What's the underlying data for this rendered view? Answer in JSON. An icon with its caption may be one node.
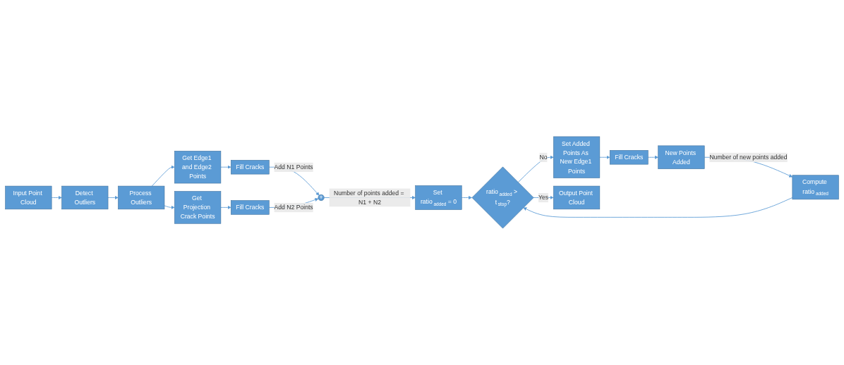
{
  "diagram": {
    "nodes": [
      {
        "text": [
          "Input Point Cloud"
        ]
      },
      {
        "text": [
          "Detect Outliers"
        ]
      },
      {
        "text": [
          "Process Outliers"
        ]
      },
      {
        "text": [
          "Get Edge1 and Edge2 Points"
        ]
      },
      {
        "text": [
          "Fill Cracks"
        ]
      },
      {
        "text": [
          "Get Projection Crack Points"
        ]
      },
      {
        "text": [
          "Fill Cracks"
        ]
      },
      {
        "text": [
          "+"
        ]
      },
      {
        "text": [
          "Set ratio$_{added}$ = 0"
        ]
      },
      {
        "text": [
          "Compute ratio$_{added}$"
        ]
      },
      {
        "text": [
          "ratio$_{added}$ > t$_{stop}$?"
        ]
      },
      {
        "text": [
          "Set Added Points As New Edge1 Points"
        ]
      },
      {
        "text": [
          "Fill Cracks"
        ]
      },
      {
        "text": [
          "New Points Added"
        ]
      },
      {
        "text": [
          "Output Point Cloud"
        ]
      }
    ],
    "edges": [
      {
        "from": 0,
        "to": 1,
        "arrow": "to"
      },
      {
        "from": 1,
        "to": 2,
        "arrow": "to"
      },
      {
        "from": 2,
        "to": 3,
        "arrow": "to"
      },
      {
        "from": 2,
        "to": 5,
        "arrow": "to"
      },
      {
        "from": 3,
        "to": 4,
        "arrow": "to"
      },
      {
        "from": 5,
        "to": 6,
        "arrow": "to"
      },
      {
        "from": 4,
        "to": 7,
        "arrow": "to",
        "label": "Add N1 Points"
      },
      {
        "from": 6,
        "to": 7,
        "arrow": "to",
        "label": "Add N2 Points"
      },
      {
        "from": 7,
        "to": 8,
        "arrow": "to",
        "label": "Number of points added = N1 + N2"
      },
      {
        "from": 8,
        "to": 10,
        "arrow": "to"
      },
      {
        "from": 9,
        "to": 10,
        "arrow": "to"
      },
      {
        "from": 10,
        "to": 11,
        "arrow": "to",
        "label": "No"
      },
      {
        "from": 11,
        "to": 12,
        "arrow": "to"
      },
      {
        "from": 12,
        "to": 13,
        "arrow": "to"
      },
      {
        "from": 13,
        "to": 9,
        "arrow": "to",
        "label": "Number of new points added"
      },
      {
        "from": 10,
        "to": 14,
        "arrow": "to",
        "label": "Yes"
      }
    ]
  }
}
